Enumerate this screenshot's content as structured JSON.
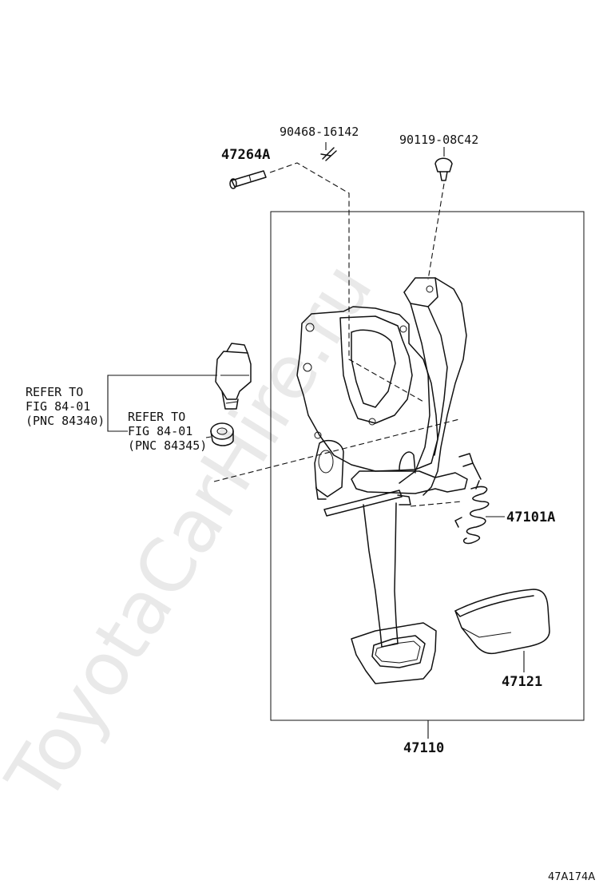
{
  "watermark": "ToyotaCarHire.ru",
  "parts": {
    "p_90468": "90468-16142",
    "p_90119": "90119-08C42",
    "p_47264A": "47264A",
    "p_47101A": "47101A",
    "p_47121": "47121",
    "p_47110": "47110"
  },
  "refs": {
    "ref1": {
      "line1": "REFER TO",
      "line2": "FIG 84-01",
      "line3": "(PNC 84340)"
    },
    "ref2": {
      "line1": "REFER TO",
      "line2": "FIG 84-01",
      "line3": "(PNC 84345)"
    }
  },
  "figure_code": "47A174A"
}
